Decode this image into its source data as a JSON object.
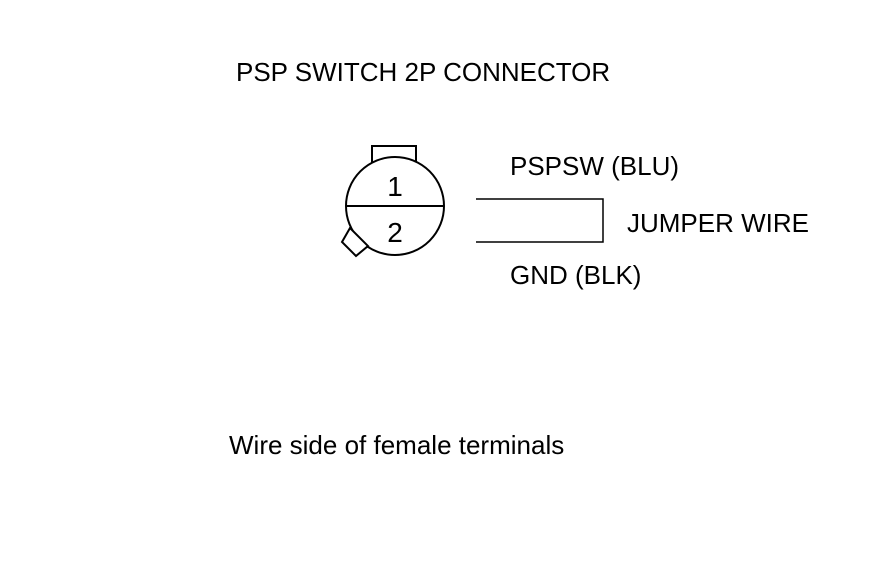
{
  "title": "PSP SWITCH 2P CONNECTOR",
  "connector": {
    "terminals": [
      {
        "number": "1",
        "wire": "PSPSW (BLU)"
      },
      {
        "number": "2",
        "wire": "GND (BLK)"
      }
    ],
    "jumper_label": "JUMPER WIRE"
  },
  "caption": "Wire side of female terminals"
}
